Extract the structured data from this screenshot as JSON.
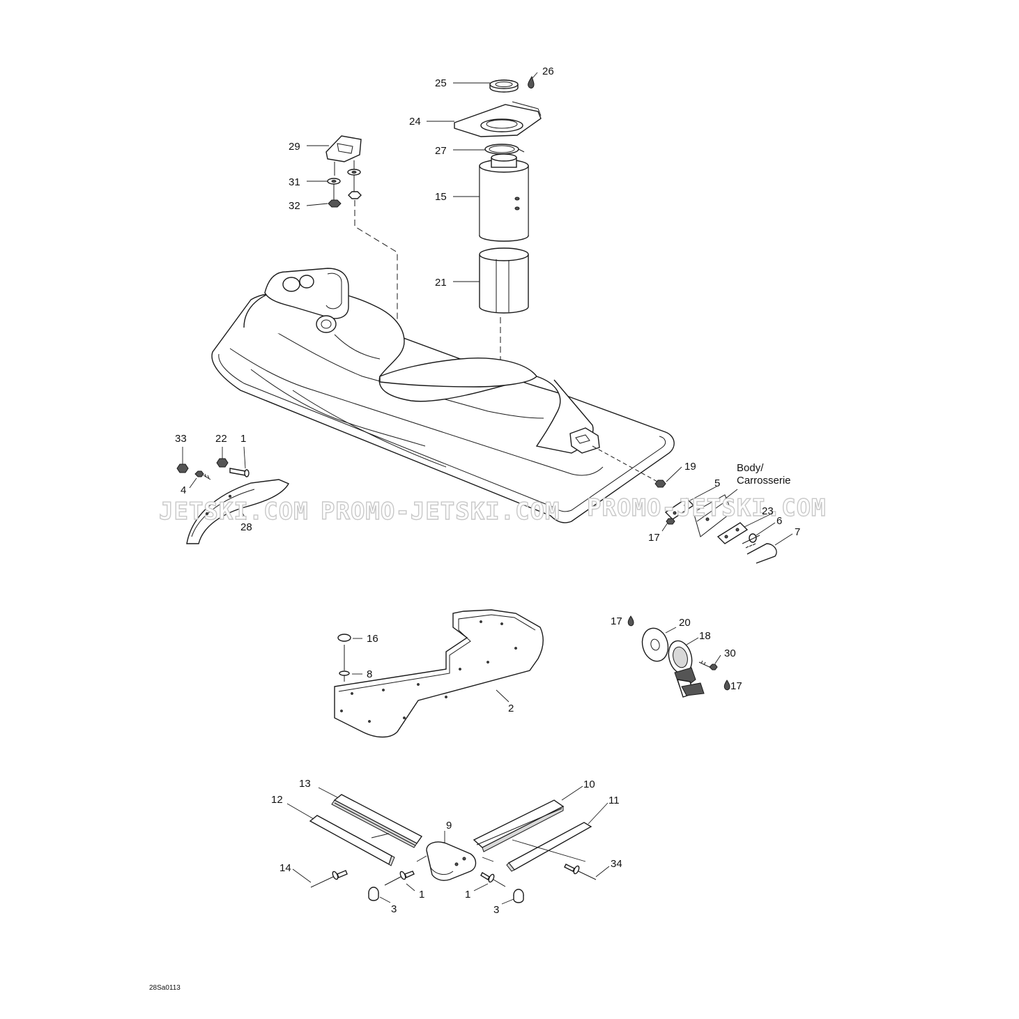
{
  "diagram": {
    "callouts": {
      "c1": "1",
      "c2": "2",
      "c3": "3",
      "c4": "4",
      "c5": "5",
      "c6": "6",
      "c7": "7",
      "c8": "8",
      "c9": "9",
      "c10": "10",
      "c11": "11",
      "c12": "12",
      "c13": "13",
      "c14": "14",
      "c15": "15",
      "c16": "16",
      "c17": "17",
      "c18": "18",
      "c19": "19",
      "c20": "20",
      "c21": "21",
      "c22": "22",
      "c23": "23",
      "c24": "24",
      "c25": "25",
      "c26": "26",
      "c27": "27",
      "c28": "28",
      "c29": "29",
      "c30": "30",
      "c31": "31",
      "c32": "32",
      "c33": "33",
      "c34": "34"
    },
    "body_label_line1": "Body/",
    "body_label_line2": "Carrosserie",
    "drawing_code": "28Sa0113",
    "watermark_left": "JETSKI.COM",
    "watermark_center": "PROMO-JETSKI.COM",
    "watermark_right": "PROMO-JETSKI.COM"
  }
}
